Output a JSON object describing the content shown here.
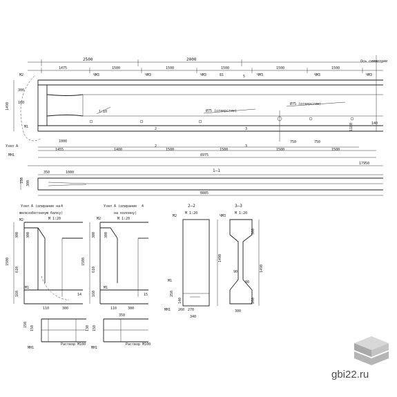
{
  "site": {
    "label": "gbi22.ru"
  },
  "elevation": {
    "top_dims": [
      "2500",
      "2000"
    ],
    "segment_dims": [
      "1475",
      "1500",
      "1500",
      "1500",
      "1500",
      "1500"
    ],
    "bottom_dims": [
      "1000",
      "1455",
      "1400",
      "1500",
      "1500",
      "1500",
      "750",
      "750",
      "1500"
    ],
    "total_inner": "8975",
    "total_outer": "17950",
    "chamfer": "1:10",
    "marks": [
      "М2",
      "ЧМ3",
      "ЧМ3",
      "ЧМ3",
      "ЧМ3",
      "ЧМ3",
      "ЧМ3",
      "М1",
      "МН1"
    ],
    "node_label": "Узел А",
    "axis_label": "Ось симметрии",
    "hole_note_1": "Ø75 (отверстие)",
    "hole_note_2": "Ø75 (отверстие)",
    "height_dims": [
      "1490",
      "300",
      "160",
      "1180",
      "140"
    ],
    "small_dims": [
      "81",
      "5"
    ],
    "section_callouts": [
      "2",
      "2",
      "3",
      "3"
    ]
  },
  "plan": {
    "dims": [
      "350",
      "1000"
    ],
    "total": "8885",
    "cut_label": "1–1",
    "width_dims": [
      "150",
      "300"
    ]
  },
  "node_a1": {
    "title": "Узел А (опирание на",
    "title_2": "железобетонную балку)",
    "scale": "М 1:20",
    "marks": [
      "М2",
      "М1",
      "МН1"
    ],
    "dims": [
      "1500",
      "300",
      "300",
      "610",
      "160",
      "110",
      "300"
    ],
    "tag": "14",
    "cut": "4",
    "bottom_dims": [
      "150",
      "150"
    ],
    "note": "Раствор М100"
  },
  "node_a2": {
    "title": "Узел А (опирание",
    "title_2": "на колонну)",
    "scale": "М 1:20",
    "marks": [
      "М2",
      "М1",
      "МН1"
    ],
    "dims": [
      "1500",
      "300",
      "300",
      "610",
      "160",
      "110",
      "300"
    ],
    "tag": "15",
    "cut": "4",
    "bottom_dims": [
      "350",
      "130",
      "150"
    ],
    "note": "Раствор М100"
  },
  "section_2": {
    "title": "2–2",
    "scale": "М 1:20",
    "marks": [
      "М2",
      "М1",
      "МН1"
    ],
    "dims": [
      "1490",
      "250",
      "140",
      "260",
      "270",
      "340"
    ]
  },
  "section_3": {
    "title": "3–3",
    "scale": "М 1:20",
    "marks": [
      "ЧМ3"
    ],
    "dims": [
      "300",
      "1490",
      "90",
      "90",
      "260",
      "300"
    ]
  }
}
